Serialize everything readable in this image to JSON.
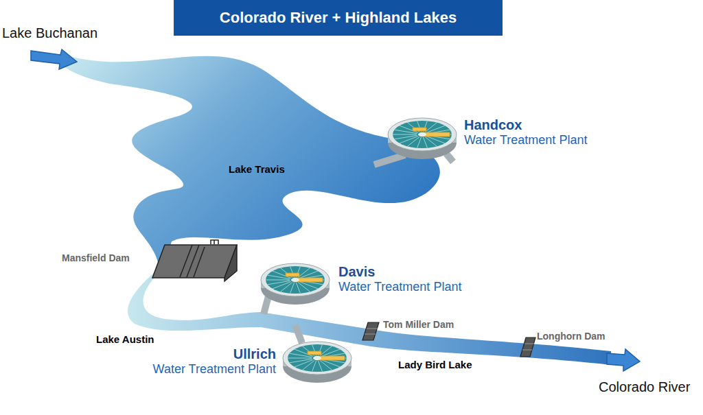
{
  "diagram": {
    "title": "Colorado River + Highland Lakes",
    "nodes": [
      {
        "text": [
          "Handcox",
          "Water Treatment Plant"
        ]
      },
      {
        "text": [
          "Davis",
          "Water Treatment Plant"
        ]
      },
      {
        "text": [
          "Ullrich",
          "Water Treatment Plant"
        ]
      }
    ],
    "labels": [
      "Lake Buchanan",
      "Lake Travis",
      "Mansfield Dam",
      "Lake Austin",
      "Tom Miller Dam",
      "Lady Bird Lake",
      "Longhorn Dam",
      "Colorado River"
    ]
  }
}
